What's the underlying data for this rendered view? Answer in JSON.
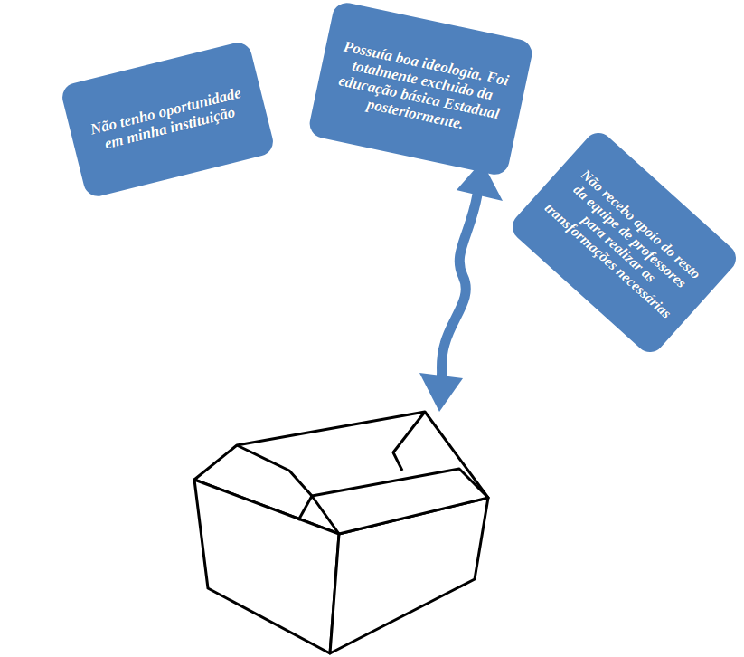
{
  "diagram": {
    "nodes": [
      {
        "text": [
          "Não tenho oportunidade em minha instituição"
        ]
      },
      {
        "text": [
          "Possuía boa ideologia. Foi totalmente excluido da educação básica Estadual posteriormente."
        ]
      },
      {
        "text": [
          "Não recebo apoio do resto da equipe de professores para realizar as transformações necessárias"
        ]
      }
    ]
  }
}
